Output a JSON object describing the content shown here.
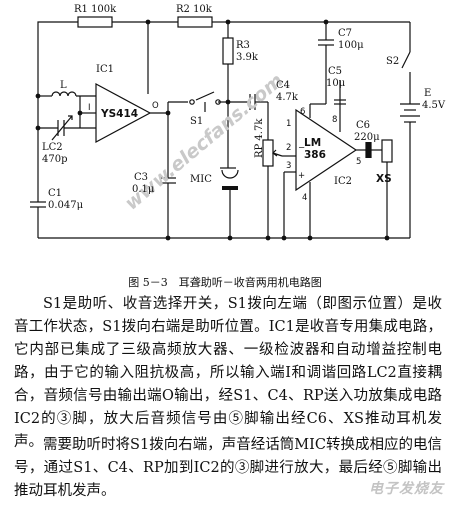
{
  "diagram": {
    "components": {
      "r1": "R1 100k",
      "r2": "R2 10k",
      "r3_name": "R3",
      "r3_value": "3.9k",
      "c4_name": "C4",
      "c4_value": "4.7k",
      "c7_name": "C7",
      "c7_value": "100μ",
      "c5_name": "C5",
      "c5_value": "10μ",
      "c6_name": "C6",
      "c6_value": "220μ",
      "s2": "S2",
      "battery_name": "E",
      "battery_value": "4.5V",
      "l": "L",
      "lc2": "LC2",
      "lc2_value": "470p",
      "c1_name": "C1",
      "c1_value": "0.047μ",
      "c3_name": "C3",
      "c3_value": "0.1μ",
      "ic1": "IC1",
      "ic1_part": "YS414",
      "ic1_pin_i": "I",
      "ic1_pin_o": "O",
      "s1": "S1",
      "rp": "RP 4.7k",
      "mic": "MIC",
      "ic2_part_a": "LM",
      "ic2_part_b": "386",
      "ic2": "IC2",
      "xs": "XS",
      "pin1": "1",
      "pin2": "2",
      "pin3": "3",
      "pin4": "4",
      "pin5": "5",
      "pin6": "6",
      "pin8": "8",
      "plus": "+",
      "minus": "−"
    },
    "watermark": "www.elecfans.com"
  },
  "caption": "图 5－3　耳聋助听－收音两用机电路图",
  "paragraphs": [
    "S1是助听、收音选择开关，S1拨向左端（即图示位置）是收音工作状态，S1拨向右端是助听位置。IC1是收音专用集成电路，它内部已集成了三级高频放大器、一级检波器和自动增益控制电路，由于它的输入阻抗极高，所以输入端I和调谐回路LC2直接耦合，音频信号由输出端O输出，经S1、C4、RP送入功放集成电路IC2的③脚，放大后音频信号由⑤脚输出经C6、XS推动耳机发声。",
    "需要助听时将S1拨向右端，声音经话筒MIC转换成相应的电信号，通过S1、C4、RP加到IC2的③脚进行放大，最后经⑤脚输出推动耳机发声。"
  ],
  "corner_watermark": "电子发烧友"
}
